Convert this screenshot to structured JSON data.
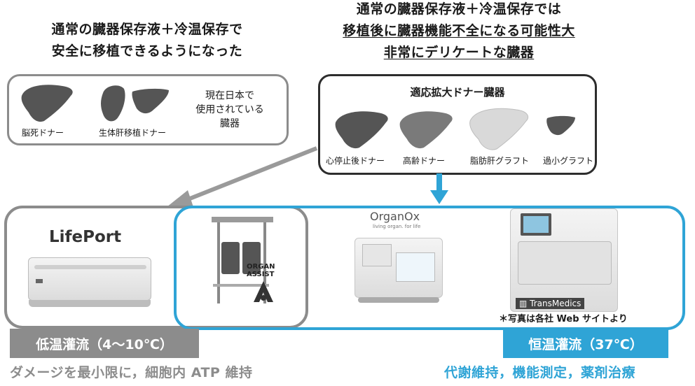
{
  "left_heading": {
    "line1": "通常の臓器保存液＋冷温保存で",
    "line2": "安全に移植できるようになった"
  },
  "right_heading": {
    "line1": "通常の臓器保存液＋冷温保存では",
    "line2": "移植後に臓器機能不全になる可能性大",
    "line3": "非常にデリケートな臓器"
  },
  "current_box": {
    "organs": [
      {
        "label": "脳死ドナー"
      },
      {
        "label": "生体肝移植ドナー"
      }
    ],
    "note": {
      "line1": "現在日本で",
      "line2": "使用されている",
      "line3": "臓器"
    }
  },
  "extended_box": {
    "title": "適応拡大ドナー臓器",
    "organs": [
      {
        "label": "心停止後ドナー"
      },
      {
        "label": "高齢ドナー"
      },
      {
        "label": "脂肪肝グラフト"
      },
      {
        "label": "過小グラフト"
      }
    ]
  },
  "devices": {
    "lifeport": {
      "logo": "LifePort"
    },
    "organassist": {
      "logo_line1": "ORGAN",
      "logo_line2": "ASSIST"
    },
    "organox": {
      "logo": "OrganOx",
      "tagline": "living organ. for life"
    },
    "transmedics": {
      "logo": "TransMedics"
    }
  },
  "photo_note": "＊写真は各社 Web サイトより",
  "low_temp": {
    "label": "低温灌流（4～10℃）",
    "caption": "ダメージを最小限に，細胞内 ATP 維持"
  },
  "normo_temp": {
    "label": "恒温灌流（37℃）",
    "caption": "代謝維持，機能測定，薬剤治療"
  },
  "colors": {
    "accent_blue": "#2fa4d6",
    "band_gray": "#8c8c8c",
    "organ_dark": "#555555",
    "organ_light": "#d9d9d9"
  }
}
